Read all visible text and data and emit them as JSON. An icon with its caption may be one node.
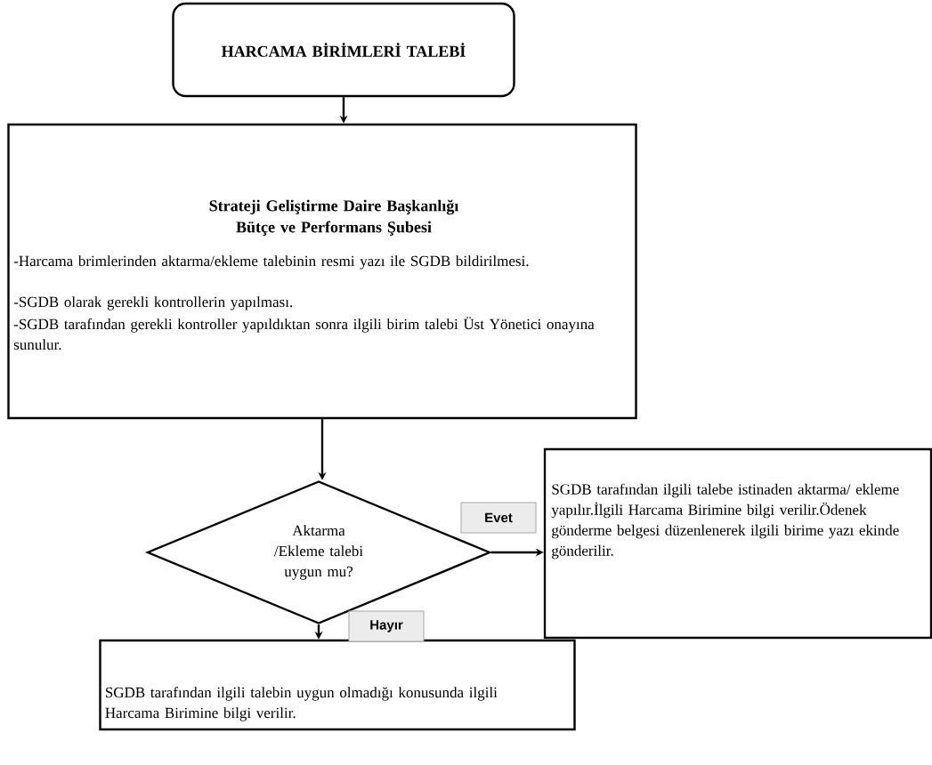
{
  "diagram": {
    "nodes": [
      {
        "text": [
          "HARCAMA BİRİMLERİ TALEBİ"
        ]
      },
      {
        "text": [
          "Strateji Geliştirme Daire Başkanlığı Bütçe ve Performans Şubesi",
          "-Harcama brimlerinden aktarma/ekleme talebinin resmi yazı ile SGDB bildirilmesi.",
          "-SGDB olarak gerekli kontrollerin yapılması.",
          "-SGDB tarafından gerekli kontroller yapıldıktan sonra ilgili birim talebi Üst Yönetici onayına sunulur."
        ]
      },
      {
        "text": [
          "Aktarma /Ekleme talebi uygun mu?"
        ]
      },
      {
        "text": [
          "SGDB tarafından ilgili talebe istinaden aktarma/ ekleme yapılır.İlgili Harcama Birimine bilgi verilir.Ödenek gönderme belgesi düzenlenerek ilgili birime yazı ekinde gönderilir."
        ]
      },
      {
        "text": [
          "SGDB tarafından ilgili talebin uygun olmadığı konusunda ilgili Harcama Birimine bilgi verilir."
        ]
      }
    ],
    "edges": [
      {
        "from": 0,
        "to": 1,
        "arrow": "to"
      },
      {
        "from": 1,
        "to": 2,
        "arrow": "to"
      },
      {
        "from": 2,
        "to": 3,
        "arrow": "to",
        "label": "Evet"
      },
      {
        "from": 2,
        "to": 4,
        "arrow": "to",
        "label": "Hayır"
      }
    ]
  }
}
